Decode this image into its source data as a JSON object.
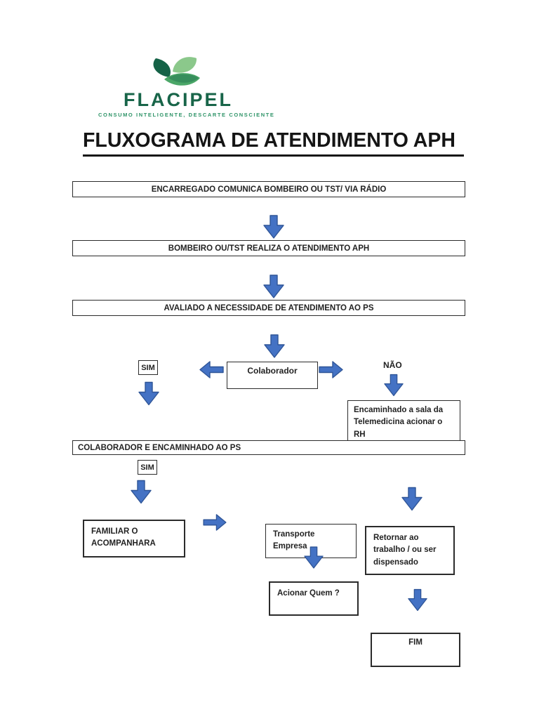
{
  "colors": {
    "arrow_fill": "#4472c4",
    "arrow_stroke": "#2f5597",
    "brand_green": "#186549",
    "tagline_green": "#2f9468",
    "leaf_dark": "#156247",
    "leaf_light": "#8bc88b",
    "leaf_mid": "#4ba768",
    "line": "#2b2b2b"
  },
  "logo": {
    "brand": "FLACIPEL",
    "tagline": "CONSUMO INTELIGENTE, DESCARTE CONSCIENTE"
  },
  "title": "FLUXOGRAMA DE ATENDIMENTO APH",
  "flowchart": {
    "step1": "ENCARREGADO COMUNICA BOMBEIRO OU TST/ VIA RÁDIO",
    "step2": "BOMBEIRO OU/TST REALIZA O ATENDIMENTO APH",
    "step3": "AVALIADO A NECESSIDADE DE ATENDIMENTO AO PS",
    "sim1": "SIM",
    "colaborador": "Colaborador",
    "nao": "NÃO",
    "telemedicina": "Encaminhado a sala da Telemedicina acionar o RH",
    "encaminhado_ps": "COLABORADOR E ENCAMINHADO AO PS",
    "sim2": "SIM",
    "familiar": "FAMILIAR O ACOMPANHARA",
    "transporte": "Transporte Empresa",
    "retornar": "Retornar ao trabalho / ou ser dispensado",
    "acionar": "Acionar Quem ?",
    "fim": "FIM"
  }
}
